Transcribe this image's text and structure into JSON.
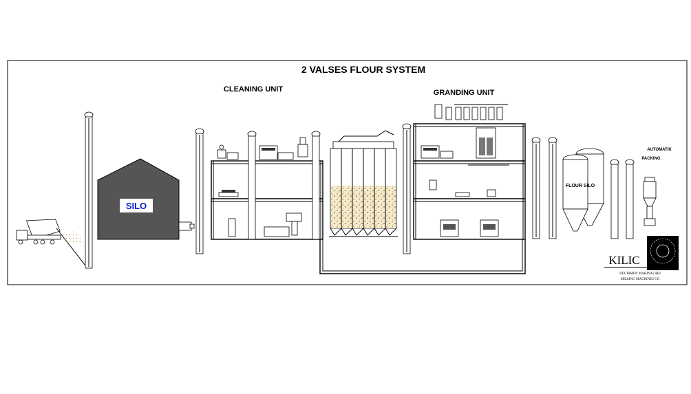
{
  "title": "2 VALSES FLOUR SYSTEM",
  "labels": {
    "cleaning_unit": "CLEANING UNIT",
    "granding_unit": "GRANDING UNIT",
    "silo": "SILO",
    "flour_silo": "FLOUR SILO",
    "automatik": "AUTOMATIK",
    "packing": "PACKING"
  },
  "logo": {
    "name": "KILIC",
    "line1": "DEGIRMEN MAKINALARI",
    "line2": "MILLING MACHINES CO"
  },
  "colors": {
    "silo_body": "#555555",
    "silo_label_bg": "#ffffff",
    "silo_label_text": "#0b1fd6",
    "grain": "#c9a04c",
    "outline": "#000000"
  }
}
